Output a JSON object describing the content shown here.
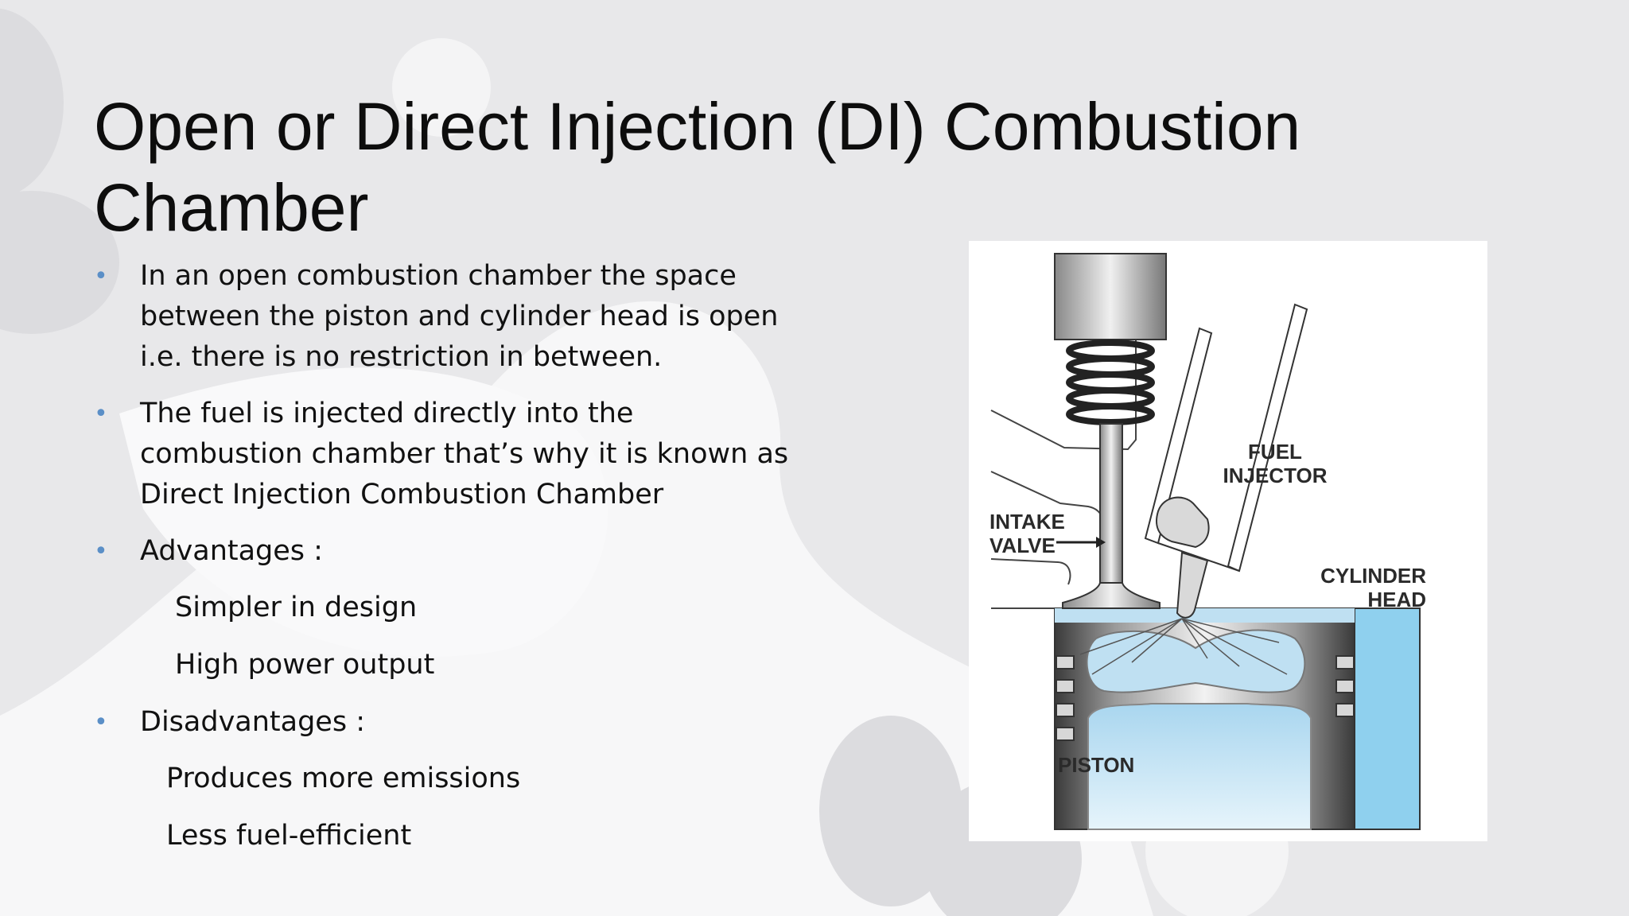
{
  "slide": {
    "title": "Open or Direct Injection (DI) Combustion Chamber",
    "bullets": [
      "In an open combustion chamber the space between the piston and cylinder head is open i.e. there is no restriction in between.",
      "The fuel is injected directly into the combustion chamber that’s why it is known as Direct Injection Combustion Chamber",
      "Advantages :",
      "Disadvantages :"
    ],
    "advantages": [
      "Simpler in design",
      "High power output"
    ],
    "disadvantages": [
      "Produces more emissions",
      "Less fuel-efficient"
    ],
    "bullet_symbol": "•"
  },
  "figure": {
    "labels": {
      "fuel": "FUEL",
      "injector": "INJECTOR",
      "intake": "INTAKE",
      "valve": "VALVE",
      "cylinder": "CYLINDER",
      "head": "HEAD",
      "piston": "PISTON"
    }
  },
  "colors": {
    "background": "#e8e8ea",
    "bullet": "#5b8fc7",
    "fluid": "#bfe0f2",
    "cylinder_wall": "#8fd0ee"
  }
}
